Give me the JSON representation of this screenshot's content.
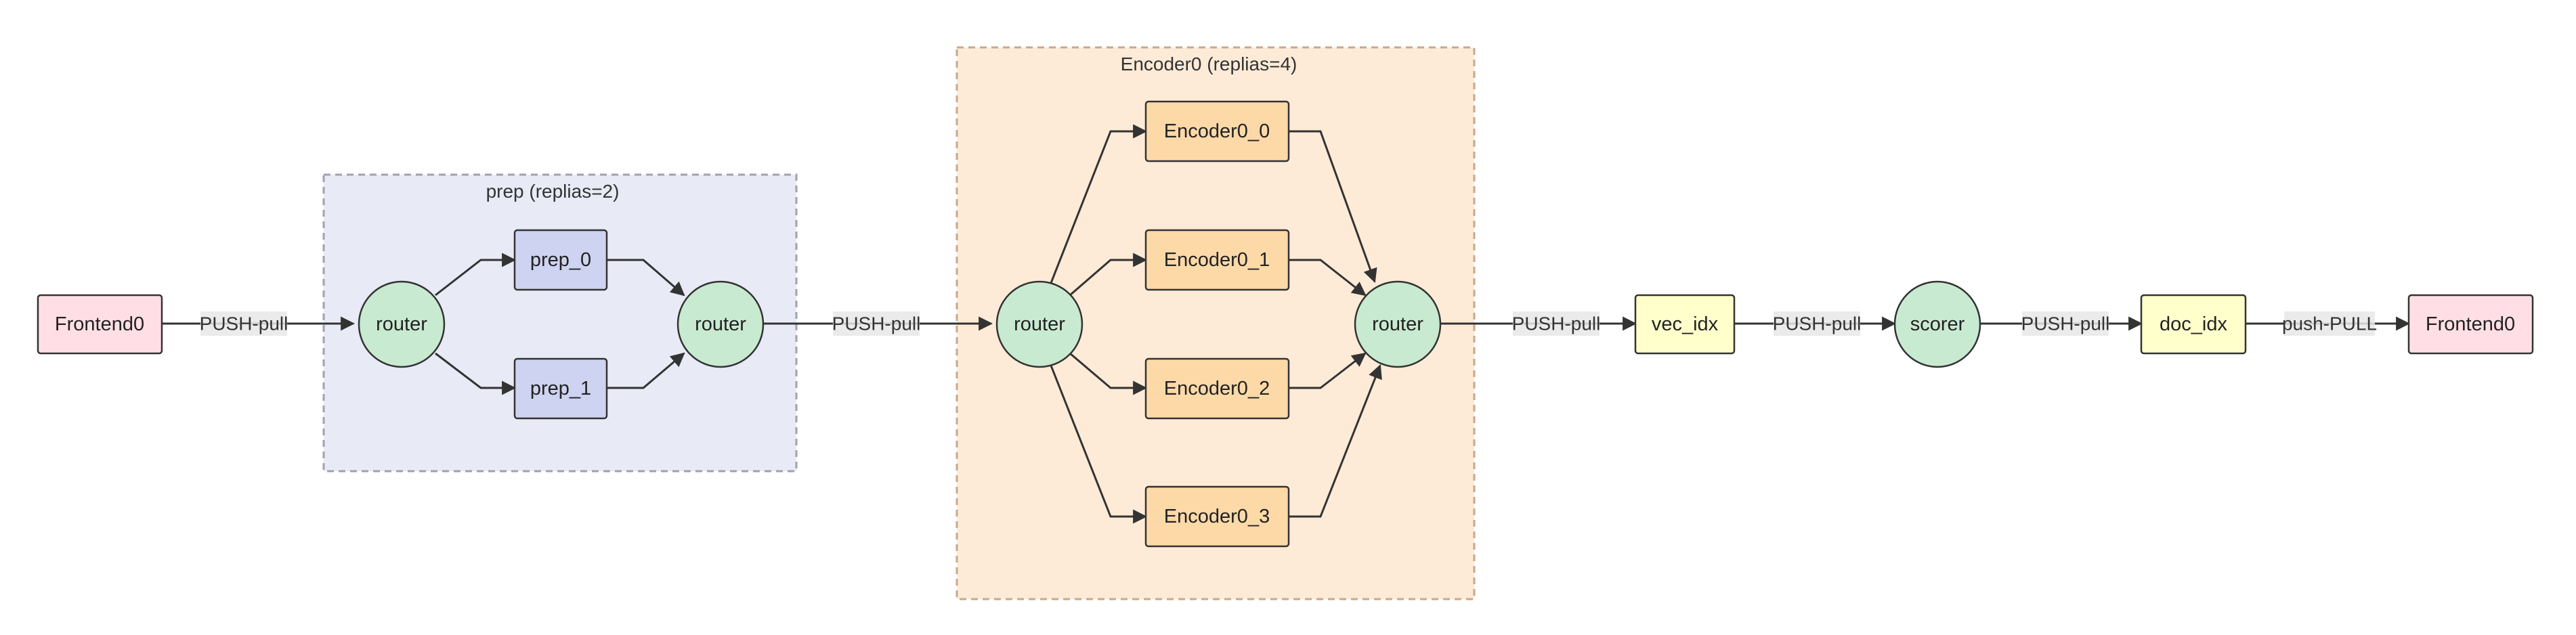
{
  "colors": {
    "frontend": "#ffdfe5",
    "router": "#c8ead1",
    "prep_node": "#cdd3f0",
    "encoder_node": "#fdd9a8",
    "index": "#ffffcc",
    "prep_cluster": "#e8eaf6",
    "encoder_cluster": "#fdebd7",
    "stroke": "#333333"
  },
  "clusters": {
    "prep": {
      "label": "prep (replias=2)"
    },
    "encoder": {
      "label": "Encoder0 (replias=4)"
    }
  },
  "nodes": {
    "frontend_in": {
      "label": "Frontend0"
    },
    "router_1": {
      "label": "router"
    },
    "prep_0": {
      "label": "prep_0"
    },
    "prep_1": {
      "label": "prep_1"
    },
    "router_2": {
      "label": "router"
    },
    "router_3": {
      "label": "router"
    },
    "encoder0_0": {
      "label": "Encoder0_0"
    },
    "encoder0_1": {
      "label": "Encoder0_1"
    },
    "encoder0_2": {
      "label": "Encoder0_2"
    },
    "encoder0_3": {
      "label": "Encoder0_3"
    },
    "router_4": {
      "label": "router"
    },
    "vec_idx": {
      "label": "vec_idx"
    },
    "scorer": {
      "label": "scorer"
    },
    "doc_idx": {
      "label": "doc_idx"
    },
    "frontend_out": {
      "label": "Frontend0"
    }
  },
  "edge_labels": {
    "e1": "PUSH-pull",
    "e2": "PUSH-pull",
    "e3": "PUSH-pull",
    "e4": "PUSH-pull",
    "e5": "PUSH-pull",
    "e6": "push-PULL"
  }
}
